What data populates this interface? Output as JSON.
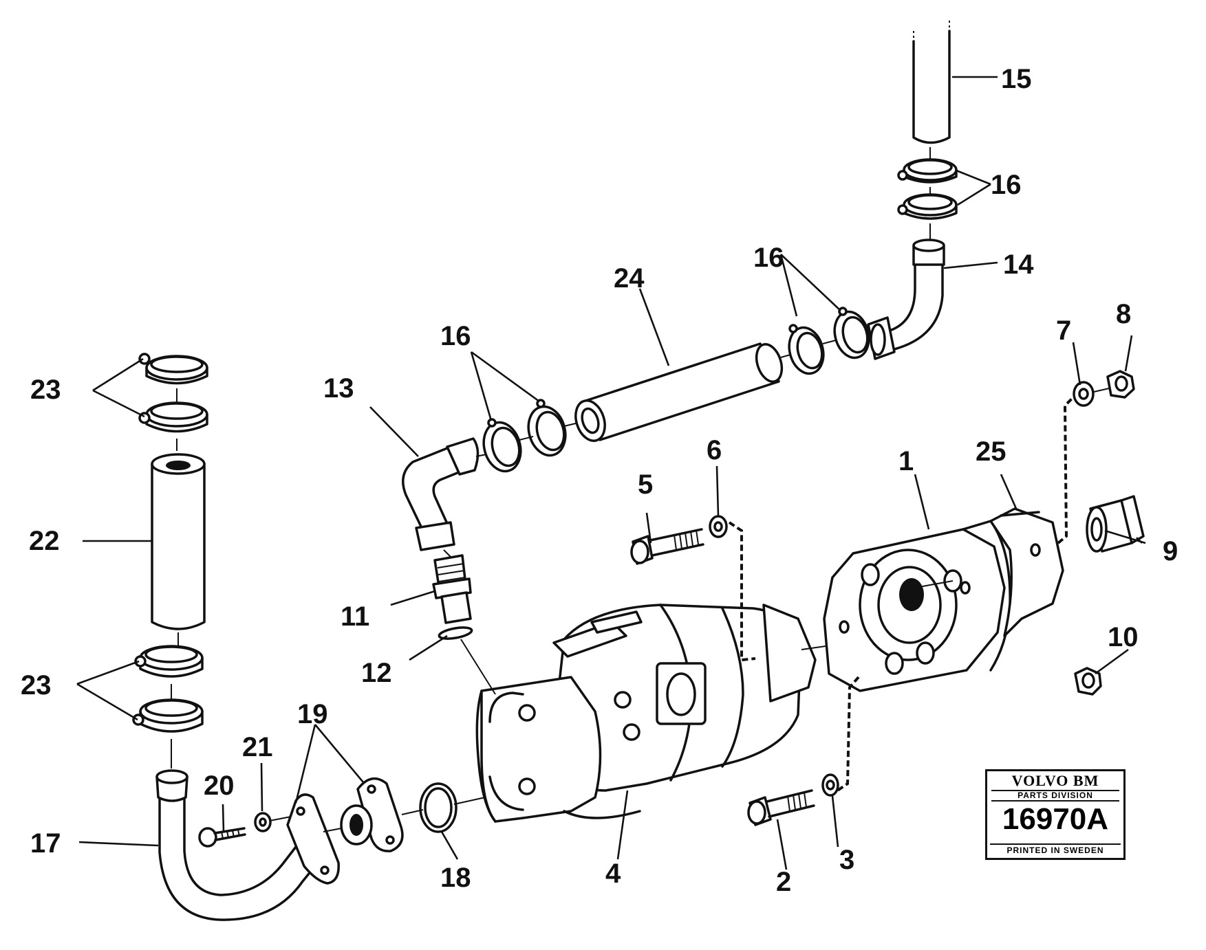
{
  "callouts": {
    "c1": "1",
    "c2": "2",
    "c3": "3",
    "c4": "4",
    "c5": "5",
    "c6": "6",
    "c7": "7",
    "c8": "8",
    "c9": "9",
    "c10": "10",
    "c11": "11",
    "c12": "12",
    "c13": "13",
    "c14": "14",
    "c15": "15",
    "c16a": "16",
    "c16b": "16",
    "c16c": "16",
    "c17": "17",
    "c18": "18",
    "c19": "19",
    "c20": "20",
    "c21": "21",
    "c22": "22",
    "c23a": "23",
    "c23b": "23",
    "c24": "24",
    "c25": "25"
  },
  "stamp": {
    "brand": "VOLVO BM",
    "division": "PARTS DIVISION",
    "number": "16970A",
    "printed": "PRINTED IN SWEDEN"
  }
}
